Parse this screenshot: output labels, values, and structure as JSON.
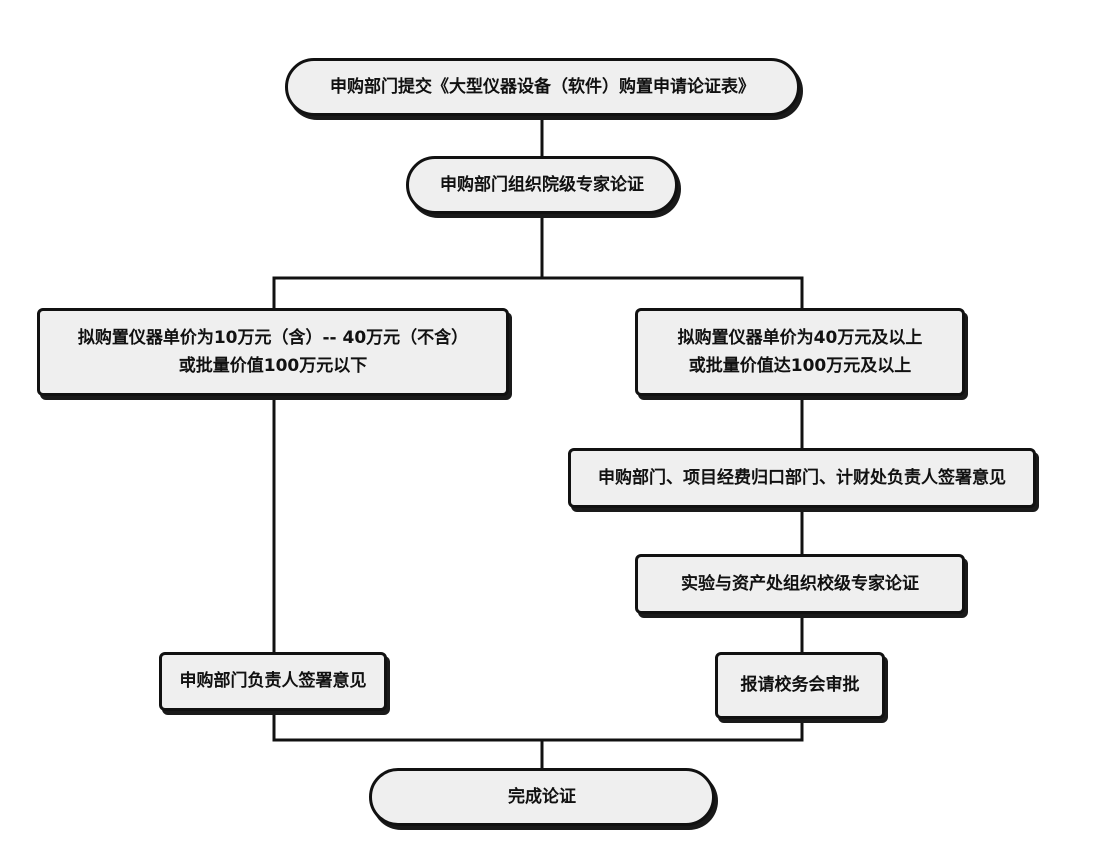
{
  "colors": {
    "box_fill": "#efefef",
    "line": "#111111",
    "text": "#111111"
  },
  "nodes": {
    "submit": {
      "text": "申购部门提交《大型仪器设备（软件）购置申请论证表》"
    },
    "college_review": {
      "text": "申购部门组织院级专家论证"
    },
    "branch_low": {
      "line1": "拟购置仪器单价为10万元（含）-- 40万元（不含）",
      "line2": "或批量价值100万元以下"
    },
    "branch_high": {
      "line1": "拟购置仪器单价为40万元及以上",
      "line2": "或批量价值达100万元及以上"
    },
    "multi_sign": {
      "text": "申购部门、项目经费归口部门、计财处负责人签署意见"
    },
    "school_review": {
      "text": "实验与资产处组织校级专家论证"
    },
    "dept_sign": {
      "text": "申购部门负责人签署意见"
    },
    "council_approval": {
      "text": "报请校务会审批"
    },
    "done": {
      "text": "完成论证"
    }
  }
}
